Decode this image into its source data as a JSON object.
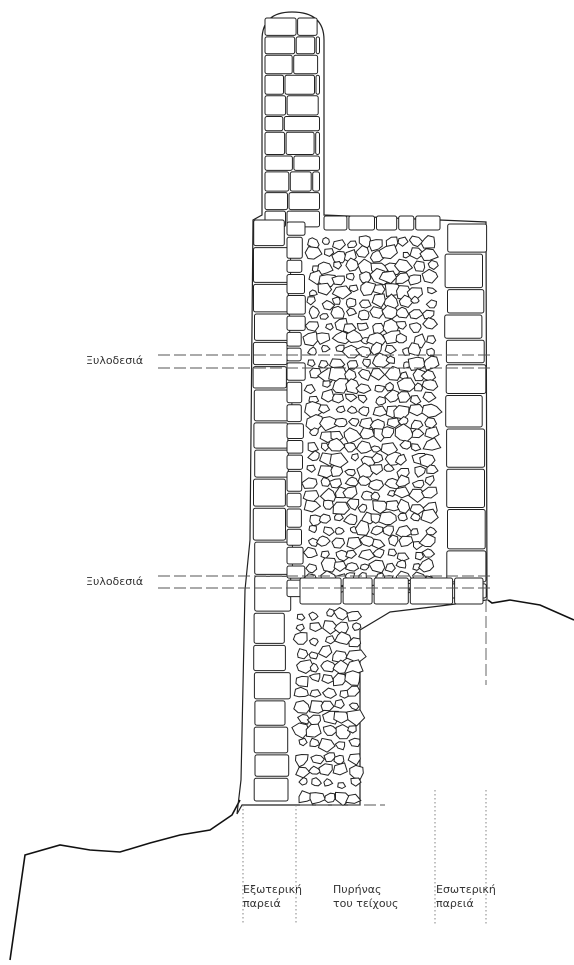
{
  "labels": {
    "tie_beam_upper": "Ξυλοδεσιά",
    "tie_beam_lower": "Ξυλοδεσιά",
    "outer_face_line1": "Εξωτερική",
    "outer_face_line2": "παρειά",
    "core_line1": "Πυρήνας",
    "core_line2": "του τείχους",
    "inner_face_line1": "Εσωτερική",
    "inner_face_line2": "παρειά"
  },
  "colors": {
    "line": "#222222",
    "background": "#ffffff"
  }
}
